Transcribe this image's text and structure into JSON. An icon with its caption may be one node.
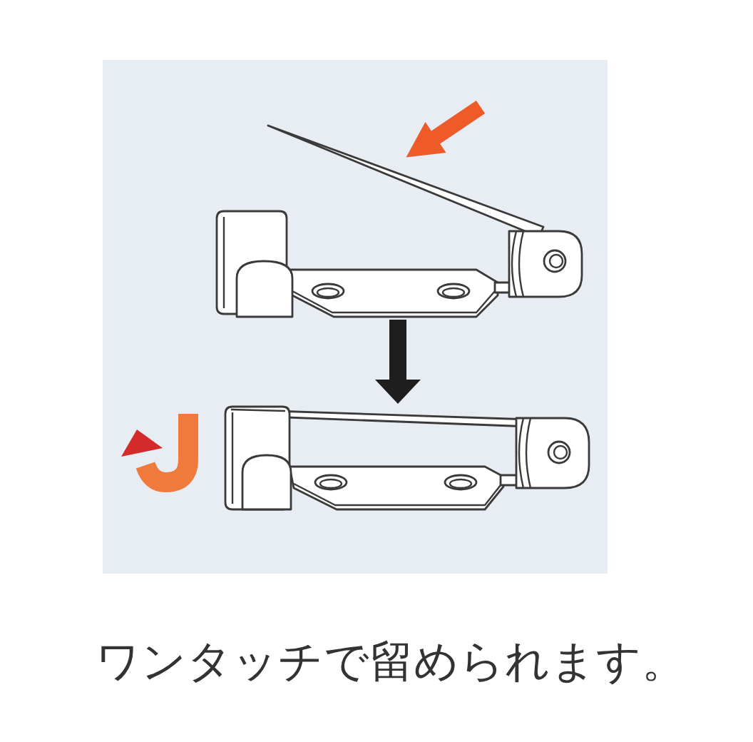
{
  "diagram": {
    "caption": "ワンタッチで留められます。",
    "nodes": [
      {
        "text": [],
        "shape": "picture"
      },
      {
        "text": [],
        "shape": "picture"
      }
    ],
    "edges": [
      {
        "from": 0,
        "to": 1,
        "arrow": "to"
      }
    ]
  }
}
